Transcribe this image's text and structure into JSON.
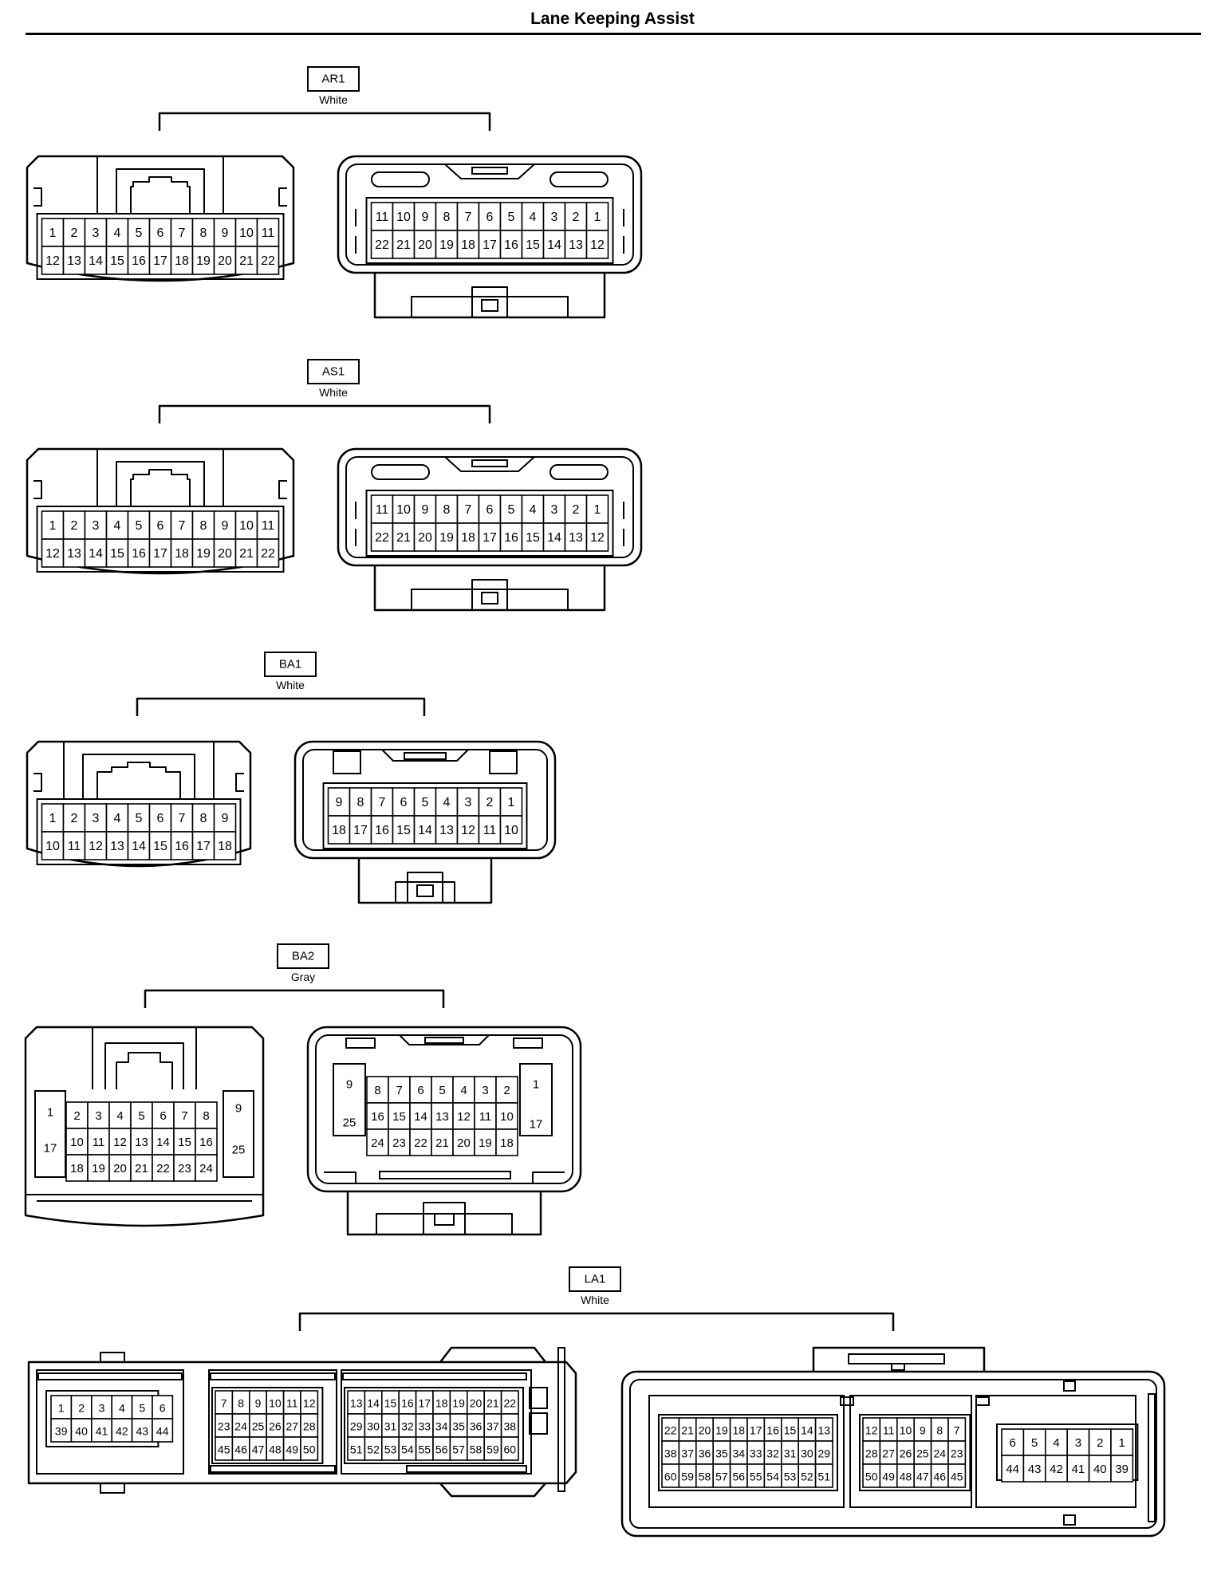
{
  "page": {
    "title": "Lane Keeping Assist"
  },
  "connectors": [
    {
      "id": "AR1",
      "color": "White",
      "pin_rows_female": [
        [
          "1",
          "2",
          "3",
          "4",
          "5",
          "6",
          "7",
          "8",
          "9",
          "10",
          "11"
        ],
        [
          "12",
          "13",
          "14",
          "15",
          "16",
          "17",
          "18",
          "19",
          "20",
          "21",
          "22"
        ]
      ],
      "pin_rows_male": [
        [
          "11",
          "10",
          "9",
          "8",
          "7",
          "6",
          "5",
          "4",
          "3",
          "2",
          "1"
        ],
        [
          "22",
          "21",
          "20",
          "19",
          "18",
          "17",
          "16",
          "15",
          "14",
          "13",
          "12"
        ]
      ]
    },
    {
      "id": "AS1",
      "color": "White",
      "pin_rows_female": [
        [
          "1",
          "2",
          "3",
          "4",
          "5",
          "6",
          "7",
          "8",
          "9",
          "10",
          "11"
        ],
        [
          "12",
          "13",
          "14",
          "15",
          "16",
          "17",
          "18",
          "19",
          "20",
          "21",
          "22"
        ]
      ],
      "pin_rows_male": [
        [
          "11",
          "10",
          "9",
          "8",
          "7",
          "6",
          "5",
          "4",
          "3",
          "2",
          "1"
        ],
        [
          "22",
          "21",
          "20",
          "19",
          "18",
          "17",
          "16",
          "15",
          "14",
          "13",
          "12"
        ]
      ]
    },
    {
      "id": "BA1",
      "color": "White",
      "pin_rows_female": [
        [
          "1",
          "2",
          "3",
          "4",
          "5",
          "6",
          "7",
          "8",
          "9"
        ],
        [
          "10",
          "11",
          "12",
          "13",
          "14",
          "15",
          "16",
          "17",
          "18"
        ]
      ],
      "pin_rows_male": [
        [
          "9",
          "8",
          "7",
          "6",
          "5",
          "4",
          "3",
          "2",
          "1"
        ],
        [
          "18",
          "17",
          "16",
          "15",
          "14",
          "13",
          "12",
          "11",
          "10"
        ]
      ]
    },
    {
      "id": "BA2",
      "color": "Gray",
      "female": {
        "left_col": [
          "1",
          "17"
        ],
        "center_rows": [
          [
            "2",
            "3",
            "4",
            "5",
            "6",
            "7",
            "8"
          ],
          [
            "10",
            "11",
            "12",
            "13",
            "14",
            "15",
            "16"
          ],
          [
            "18",
            "19",
            "20",
            "21",
            "22",
            "23",
            "24"
          ]
        ],
        "right_col": [
          "9",
          "25"
        ]
      },
      "male": {
        "left_col": [
          "9",
          "25"
        ],
        "center_rows": [
          [
            "8",
            "7",
            "6",
            "5",
            "4",
            "3",
            "2"
          ],
          [
            "16",
            "15",
            "14",
            "13",
            "12",
            "11",
            "10"
          ],
          [
            "24",
            "23",
            "22",
            "21",
            "20",
            "19",
            "18"
          ]
        ],
        "right_col": [
          "1",
          "17"
        ]
      }
    },
    {
      "id": "LA1",
      "color": "White",
      "female_blocks": [
        [
          [
            "1",
            "2",
            "3",
            "4",
            "5",
            "6"
          ],
          [
            "39",
            "40",
            "41",
            "42",
            "43",
            "44"
          ]
        ],
        [
          [
            "7",
            "8",
            "9",
            "10",
            "11",
            "12"
          ],
          [
            "23",
            "24",
            "25",
            "26",
            "27",
            "28"
          ],
          [
            "45",
            "46",
            "47",
            "48",
            "49",
            "50"
          ]
        ],
        [
          [
            "13",
            "14",
            "15",
            "16",
            "17",
            "18",
            "19",
            "20",
            "21",
            "22"
          ],
          [
            "29",
            "30",
            "31",
            "32",
            "33",
            "34",
            "35",
            "36",
            "37",
            "38"
          ],
          [
            "51",
            "52",
            "53",
            "54",
            "55",
            "56",
            "57",
            "58",
            "59",
            "60"
          ]
        ]
      ],
      "male_blocks": [
        [
          [
            "22",
            "21",
            "20",
            "19",
            "18",
            "17",
            "16",
            "15",
            "14",
            "13"
          ],
          [
            "38",
            "37",
            "36",
            "35",
            "34",
            "33",
            "32",
            "31",
            "30",
            "29"
          ],
          [
            "60",
            "59",
            "58",
            "57",
            "56",
            "55",
            "54",
            "53",
            "52",
            "51"
          ]
        ],
        [
          [
            "12",
            "11",
            "10",
            "9",
            "8",
            "7"
          ],
          [
            "28",
            "27",
            "26",
            "25",
            "24",
            "23"
          ],
          [
            "50",
            "49",
            "48",
            "47",
            "46",
            "45"
          ]
        ],
        [
          [
            "6",
            "5",
            "4",
            "3",
            "2",
            "1"
          ],
          [
            "44",
            "43",
            "42",
            "41",
            "40",
            "39"
          ]
        ]
      ]
    }
  ]
}
